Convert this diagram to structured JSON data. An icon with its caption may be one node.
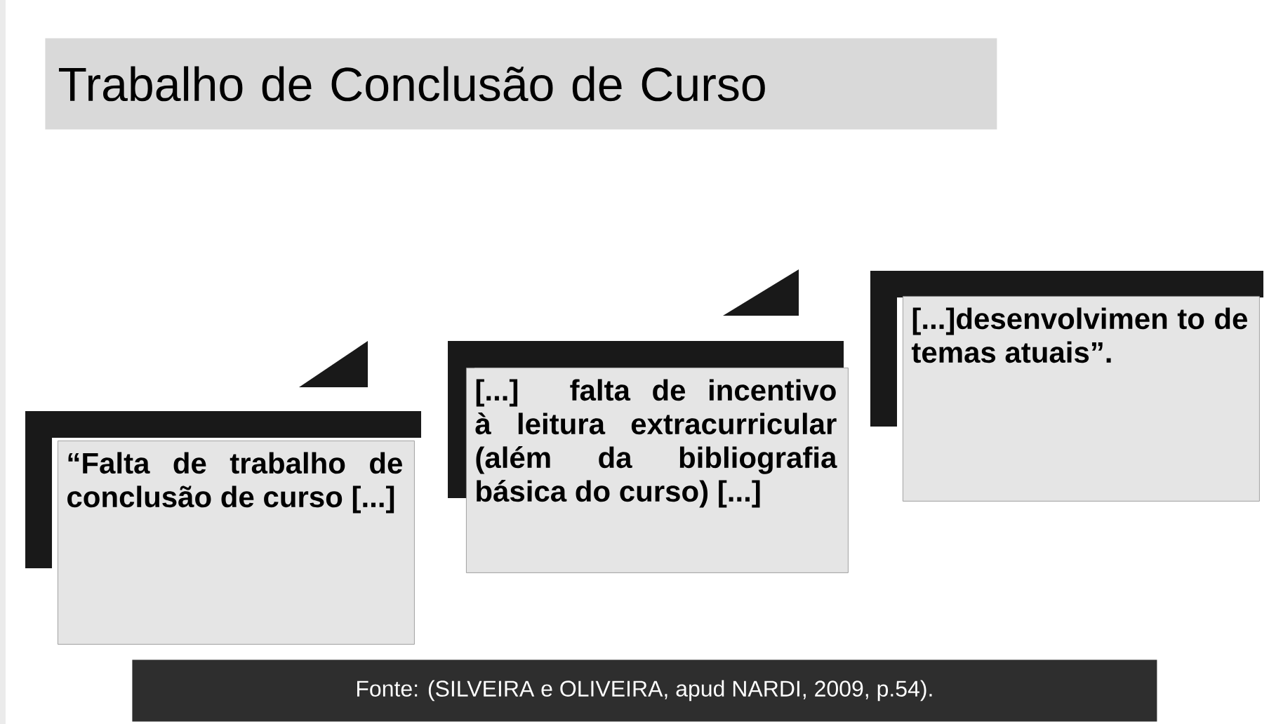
{
  "diagram": {
    "title": "Trabalho de Conclusão de Curso",
    "caption": "Fonte: (SILVEIRA e OLIVEIRA, apud NARDI, 2009, p.54).",
    "nodes": [
      {
        "text": [
          "“Falta de trabalho de conclusão de curso [...]"
        ]
      },
      {
        "text": [
          "[...] falta de incentivo à leitura extracurricular (além da bibliografia básica do curso) [...]"
        ]
      },
      {
        "text": [
          "[...]desenvolvimen to de temas atuais”."
        ]
      }
    ]
  }
}
